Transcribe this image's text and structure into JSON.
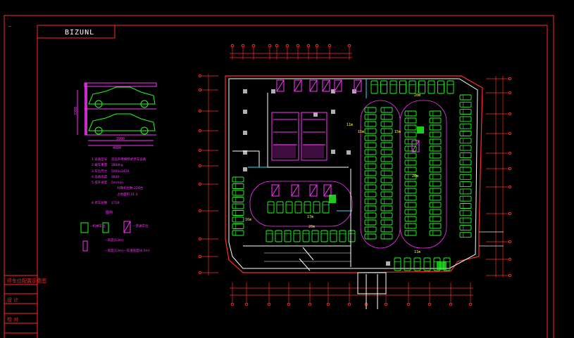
{
  "drawing": {
    "title_tag": "BIZUNL"
  },
  "title_block": {
    "rows": [
      "停车位配置示意图",
      "设  计",
      "校  对"
    ]
  },
  "car_elevation": {
    "height_dim": "3300",
    "width_dims": [
      "3900",
      "4800"
    ]
  },
  "specs": {
    "items": [
      {
        "label": "1.设备型号",
        "value": "双层升降横移式停车设备"
      },
      {
        "label": "2.载车重量",
        "value": "1800kg"
      },
      {
        "label": "3.车位尺寸",
        "value": "5000x2450"
      },
      {
        "label": "4.设备高度",
        "value": "3600"
      },
      {
        "label": "5.提升速度",
        "value": "5m/min"
      },
      {
        "label": "",
        "value": "升降机位数:224台"
      },
      {
        "label": "",
        "value": "占地面积:21.4"
      },
      {
        "label": "8.停车总数",
        "value": "1718"
      }
    ]
  },
  "legend": {
    "title": "图例",
    "items": [
      {
        "label": "—机械车位"
      },
      {
        "label": "—普通车位"
      },
      {
        "label": "—高度(13m)"
      },
      {
        "label": "—宽度(13m)—车道宽度(6.5m)"
      }
    ]
  },
  "plan_labels": {
    "zone_a": "20m",
    "zone_b": "15m",
    "zone_c": "15m",
    "zone_d": "20m",
    "zone_e": "16m",
    "zone_f": "17m",
    "zone_g": "20m",
    "zone_h": "11m",
    "zone_i": "11m"
  },
  "colors": {
    "frame": "#ff2a2a",
    "wall": "#ffffff",
    "car": "#22ff22",
    "magenta": "#ff33ff",
    "cyan": "#33ddff",
    "yellow": "#ffff33",
    "grey": "#b0b0b0"
  }
}
